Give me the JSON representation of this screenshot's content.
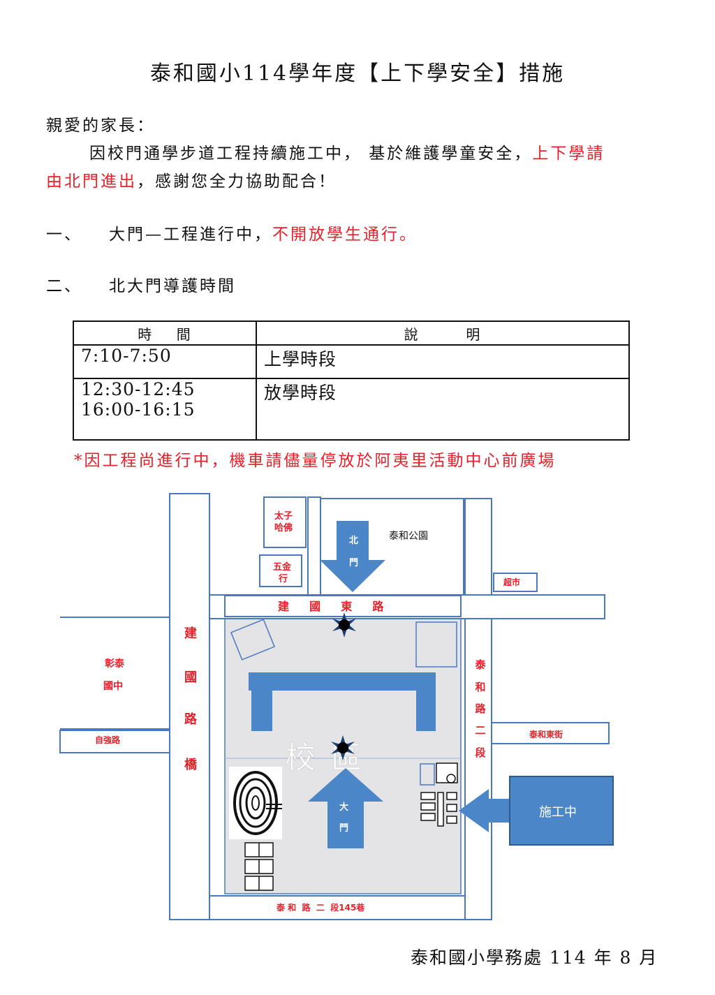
{
  "title": "泰和國小114學年度【上下學安全】措施",
  "greeting": "親愛的家長：",
  "intro": {
    "line1_normal": "因校門通學步道工程持續施工中，  基於維護學童安全，",
    "line1_red": "上下學請",
    "line2_red": "由北門進出",
    "line2_normal": "，感謝您全力協助配合！"
  },
  "items": [
    {
      "num": "一、",
      "text_normal": "大門—工程進行中，",
      "text_red": "不開放學生通行。"
    },
    {
      "num": "二、",
      "text_normal": "北大門導護時間",
      "text_red": ""
    }
  ],
  "table": {
    "headers": [
      "時    間",
      "說        明"
    ],
    "rows": [
      {
        "time": [
          "7:10-7:50"
        ],
        "desc": "上學時段"
      },
      {
        "time": [
          "12:30-12:45",
          "16:00-16:15"
        ],
        "desc": "放學時段"
      }
    ]
  },
  "note": "*因工程尚進行中，機車請儘量停放於阿夷里活動中心前廣場",
  "map": {
    "labels": {
      "taizi": [
        "太子",
        "哈佛"
      ],
      "wujin": [
        "五金",
        "行"
      ],
      "north_gate": [
        "北",
        "門"
      ],
      "park": "泰和公園",
      "market": "超市",
      "jianguo_east": "建  國  東  路",
      "jianguo_bridge": [
        "建",
        "國",
        "路",
        "橋"
      ],
      "zhangtai": [
        "彰泰",
        "國中"
      ],
      "ziqiang": "自強路",
      "taihe_sec2": [
        "泰",
        "和",
        "路",
        "二",
        "段"
      ],
      "taihe_east_st": "泰和東街",
      "campus": "校  區",
      "main_gate": [
        "大",
        "門"
      ],
      "construction": "施工中",
      "taihe_lane": "泰 和  路  二  段145巷"
    },
    "colors": {
      "arrow": "#4a86c8",
      "road_border": "#4a78c0",
      "campus": "#e4e4e6",
      "label_red": "#e8202a"
    }
  },
  "footer": "泰和國小學務處 114 年 8 月"
}
